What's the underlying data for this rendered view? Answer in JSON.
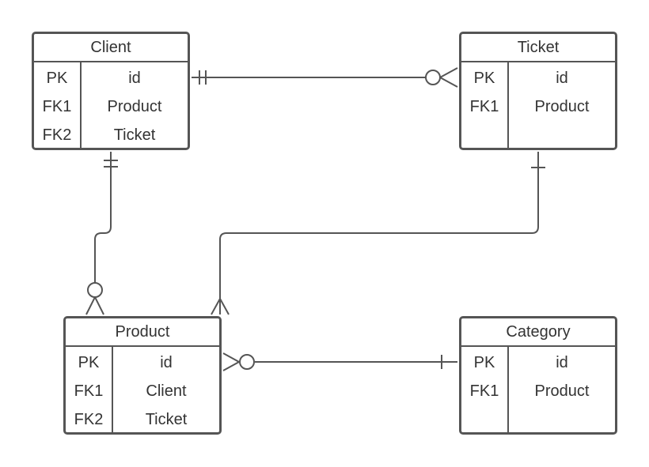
{
  "entities": {
    "client": {
      "title": "Client",
      "keys": [
        "PK",
        "FK1",
        "FK2"
      ],
      "fields": [
        "id",
        "Product",
        "Ticket"
      ]
    },
    "ticket": {
      "title": "Ticket",
      "keys": [
        "PK",
        "FK1"
      ],
      "fields": [
        "id",
        "Product"
      ]
    },
    "product": {
      "title": "Product",
      "keys": [
        "PK",
        "FK1",
        "FK2"
      ],
      "fields": [
        "id",
        "Client",
        "Ticket"
      ]
    },
    "category": {
      "title": "Category",
      "keys": [
        "PK",
        "FK1"
      ],
      "fields": [
        "id",
        "Product"
      ]
    }
  },
  "relationships": [
    {
      "from": "Client",
      "to": "Ticket",
      "from_cardinality": "one-and-only-one",
      "to_cardinality": "zero-or-many"
    },
    {
      "from": "Client",
      "to": "Product",
      "from_cardinality": "one-and-only-one",
      "to_cardinality": "zero-or-many"
    },
    {
      "from": "Ticket",
      "to": "Product",
      "from_cardinality": "one",
      "to_cardinality": "many"
    },
    {
      "from": "Product",
      "to": "Category",
      "from_cardinality": "zero-or-many",
      "to_cardinality": "one"
    }
  ],
  "colors": {
    "line": "#555555",
    "text": "#333333",
    "background": "#ffffff"
  }
}
